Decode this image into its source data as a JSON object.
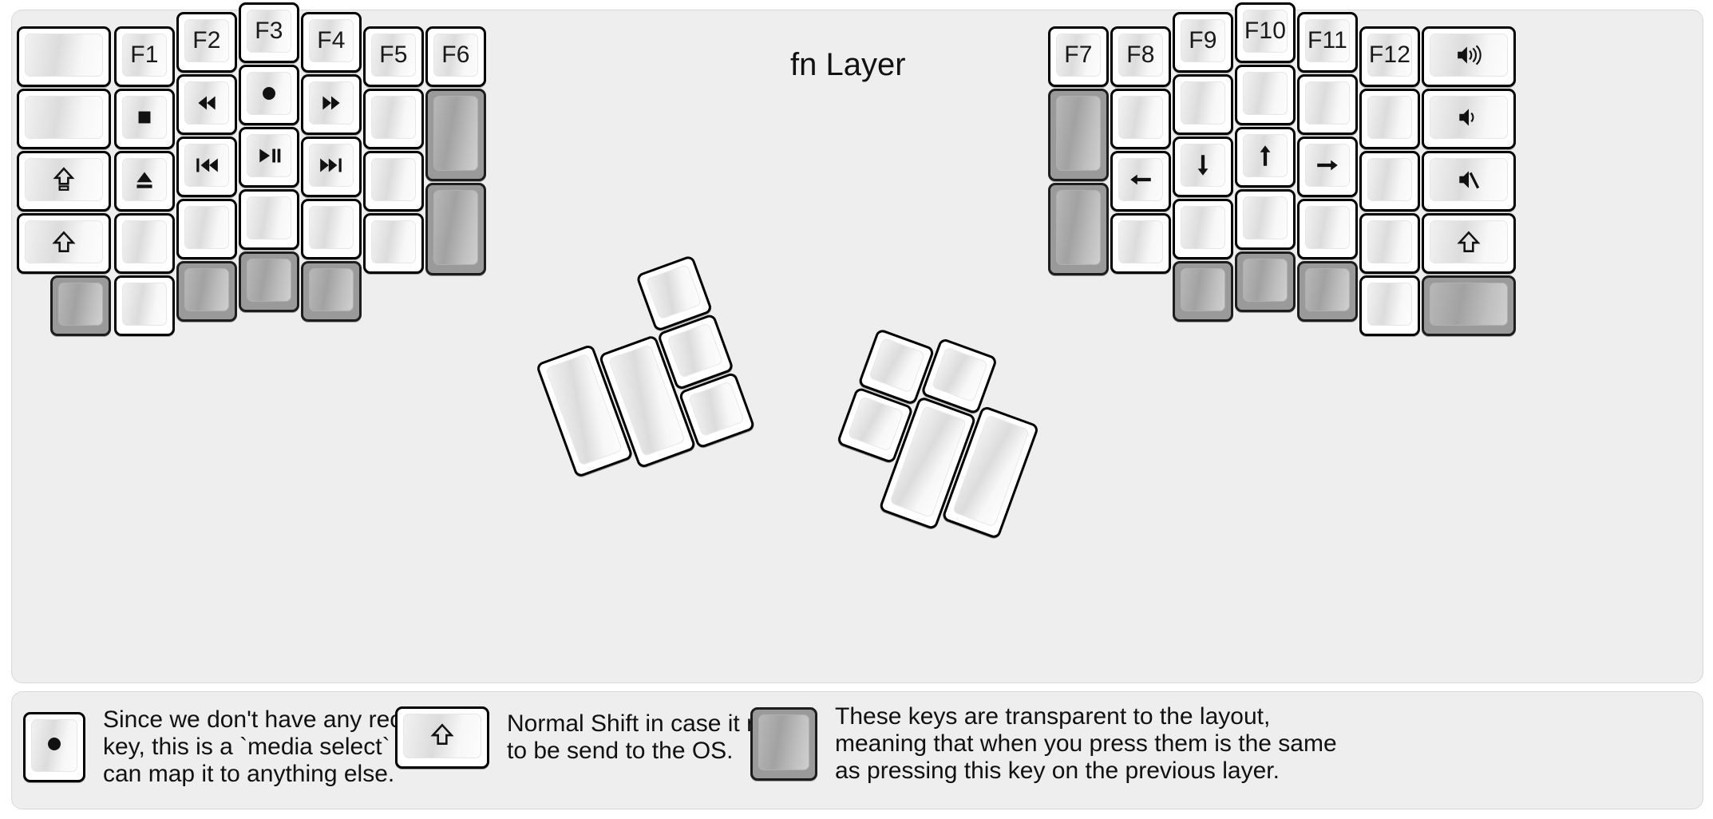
{
  "page": {
    "title": "fn Layer",
    "background": "#eeeeee",
    "key_face_color": "#ffffff",
    "transparent_key_color": "#9a9a9a",
    "outline_color": "#000000"
  },
  "left_half": {
    "columns": [
      {
        "name": "pinky-outer",
        "keys": [
          {
            "label": "",
            "icon": "blank",
            "transparent": false
          },
          {
            "label": "",
            "icon": "blank",
            "transparent": false
          },
          {
            "label": "",
            "icon": "caps-shift-arrow",
            "transparent": false
          },
          {
            "label": "",
            "icon": "shift-arrow",
            "transparent": false
          }
        ]
      },
      {
        "name": "pinky",
        "keys": [
          {
            "label": "F1",
            "icon": "text",
            "transparent": false
          },
          {
            "label": "",
            "icon": "media-stop",
            "transparent": false
          },
          {
            "label": "",
            "icon": "media-eject",
            "transparent": false
          },
          {
            "label": "",
            "icon": "blank",
            "transparent": false
          },
          {
            "label": "",
            "icon": "blank",
            "transparent": false
          }
        ],
        "bottom_left_transparent": true
      },
      {
        "name": "ring",
        "keys": [
          {
            "label": "F2",
            "icon": "text",
            "transparent": false
          },
          {
            "label": "",
            "icon": "media-rewind",
            "transparent": false
          },
          {
            "label": "",
            "icon": "media-prev",
            "transparent": false
          },
          {
            "label": "",
            "icon": "blank",
            "transparent": false
          },
          {
            "label": "",
            "icon": "blank",
            "transparent": true
          }
        ]
      },
      {
        "name": "middle",
        "keys": [
          {
            "label": "F3",
            "icon": "text",
            "transparent": false
          },
          {
            "label": "",
            "icon": "media-record",
            "transparent": false
          },
          {
            "label": "",
            "icon": "media-play-pause",
            "transparent": false
          },
          {
            "label": "",
            "icon": "blank",
            "transparent": false
          },
          {
            "label": "",
            "icon": "blank",
            "transparent": true
          }
        ]
      },
      {
        "name": "index",
        "keys": [
          {
            "label": "F4",
            "icon": "text",
            "transparent": false
          },
          {
            "label": "",
            "icon": "media-fast-forward",
            "transparent": false
          },
          {
            "label": "",
            "icon": "media-next",
            "transparent": false
          },
          {
            "label": "",
            "icon": "blank",
            "transparent": false
          },
          {
            "label": "",
            "icon": "blank",
            "transparent": true
          }
        ]
      },
      {
        "name": "index-inner",
        "keys": [
          {
            "label": "F5",
            "icon": "text",
            "transparent": false
          },
          {
            "label": "",
            "icon": "blank",
            "transparent": false
          },
          {
            "label": "",
            "icon": "blank",
            "transparent": false
          },
          {
            "label": "",
            "icon": "blank",
            "transparent": false
          }
        ]
      },
      {
        "name": "inner-extra",
        "keys": [
          {
            "label": "F6",
            "icon": "text",
            "transparent": false
          },
          {
            "label": "",
            "icon": "blank",
            "transparent": true
          },
          {
            "label": "",
            "icon": "blank",
            "transparent": true
          }
        ]
      }
    ],
    "thumb_cluster": {
      "rotation_deg": -20,
      "keys": [
        {
          "label": "",
          "icon": "blank",
          "size": "2u",
          "transparent": false
        },
        {
          "label": "",
          "icon": "blank",
          "size": "2u",
          "transparent": false
        },
        {
          "label": "",
          "icon": "blank",
          "size": "1u",
          "transparent": false
        },
        {
          "label": "",
          "icon": "blank",
          "size": "1u",
          "transparent": false
        },
        {
          "label": "",
          "icon": "blank",
          "size": "1u",
          "transparent": false
        }
      ]
    }
  },
  "right_half": {
    "columns": [
      {
        "name": "inner-extra",
        "keys": [
          {
            "label": "F7",
            "icon": "text",
            "transparent": false
          },
          {
            "label": "",
            "icon": "blank",
            "transparent": true
          },
          {
            "label": "",
            "icon": "blank",
            "transparent": true
          }
        ]
      },
      {
        "name": "index-inner",
        "keys": [
          {
            "label": "F8",
            "icon": "text",
            "transparent": false
          },
          {
            "label": "",
            "icon": "blank",
            "transparent": false
          },
          {
            "label": "",
            "icon": "arrow-left",
            "transparent": false
          },
          {
            "label": "",
            "icon": "blank",
            "transparent": false
          }
        ]
      },
      {
        "name": "index",
        "keys": [
          {
            "label": "F9",
            "icon": "text",
            "transparent": false
          },
          {
            "label": "",
            "icon": "blank",
            "transparent": false
          },
          {
            "label": "",
            "icon": "arrow-down",
            "transparent": false
          },
          {
            "label": "",
            "icon": "blank",
            "transparent": false
          },
          {
            "label": "",
            "icon": "blank",
            "transparent": true
          }
        ]
      },
      {
        "name": "middle",
        "keys": [
          {
            "label": "F10",
            "icon": "text",
            "transparent": false
          },
          {
            "label": "",
            "icon": "blank",
            "transparent": false
          },
          {
            "label": "",
            "icon": "arrow-up",
            "transparent": false
          },
          {
            "label": "",
            "icon": "blank",
            "transparent": false
          },
          {
            "label": "",
            "icon": "blank",
            "transparent": true
          }
        ]
      },
      {
        "name": "ring",
        "keys": [
          {
            "label": "F11",
            "icon": "text",
            "transparent": false
          },
          {
            "label": "",
            "icon": "blank",
            "transparent": false
          },
          {
            "label": "",
            "icon": "arrow-right",
            "transparent": false
          },
          {
            "label": "",
            "icon": "blank",
            "transparent": false
          },
          {
            "label": "",
            "icon": "blank",
            "transparent": true
          }
        ]
      },
      {
        "name": "pinky",
        "keys": [
          {
            "label": "F12",
            "icon": "text",
            "transparent": false
          },
          {
            "label": "",
            "icon": "blank",
            "transparent": false
          },
          {
            "label": "",
            "icon": "blank",
            "transparent": false
          },
          {
            "label": "",
            "icon": "blank",
            "transparent": false
          },
          {
            "label": "",
            "icon": "blank",
            "transparent": false
          }
        ]
      },
      {
        "name": "pinky-outer",
        "keys": [
          {
            "label": "",
            "icon": "volume-up",
            "transparent": false
          },
          {
            "label": "",
            "icon": "volume-down",
            "transparent": false
          },
          {
            "label": "",
            "icon": "volume-mute",
            "transparent": false
          },
          {
            "label": "",
            "icon": "shift-arrow",
            "transparent": false
          },
          {
            "label": "",
            "icon": "blank",
            "transparent": true
          }
        ]
      }
    ],
    "thumb_cluster": {
      "rotation_deg": 20,
      "keys": [
        {
          "label": "",
          "icon": "blank",
          "size": "1u",
          "transparent": false
        },
        {
          "label": "",
          "icon": "blank",
          "size": "1u",
          "transparent": false
        },
        {
          "label": "",
          "icon": "blank",
          "size": "1u",
          "transparent": false
        },
        {
          "label": "",
          "icon": "blank",
          "size": "2u",
          "transparent": false
        },
        {
          "label": "",
          "icon": "blank",
          "size": "2u",
          "transparent": false
        }
      ]
    }
  },
  "legend": [
    {
      "icon": "media-record",
      "transparent": false,
      "text": "Since we don't have any recording\nkey, this is a `media select` so user\ncan map it to anything else."
    },
    {
      "icon": "shift-arrow",
      "transparent": false,
      "text": "Normal Shift in case it needs\nto be send to the OS."
    },
    {
      "icon": "blank",
      "transparent": true,
      "text": "These keys are transparent to the layout,\nmeaning that when you press them is the same\nas pressing this key on the previous layer."
    }
  ]
}
